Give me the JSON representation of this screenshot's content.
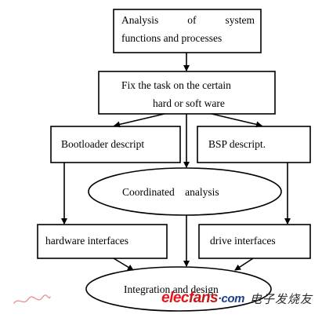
{
  "nodes": {
    "analysis": {
      "line1": "Analysis of system",
      "line2": "functions and processes"
    },
    "fix_task": {
      "line1": "Fix the task on the certain",
      "line2": "hard or soft ware"
    },
    "bootloader": {
      "label": "Bootloader descript"
    },
    "bsp": {
      "label": "BSP descript."
    },
    "coordinated": {
      "label": "Coordinated analysis"
    },
    "hardware_if": {
      "label": "hardware interfaces"
    },
    "drive_if": {
      "label": "drive interfaces"
    },
    "integration": {
      "label": "Integration and design"
    }
  },
  "watermark": {
    "brand_part1": "elec",
    "brand_part2": "fans",
    "brand_part3": "·com",
    "chinese": "电子发烧友"
  }
}
